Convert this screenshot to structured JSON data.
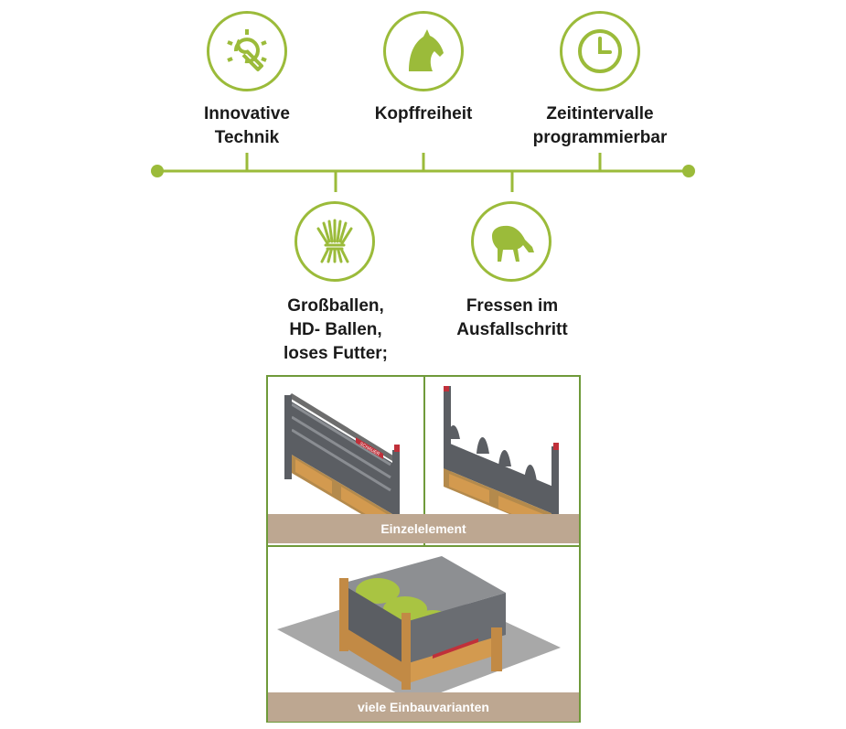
{
  "colors": {
    "accent": "#9bbb3a",
    "panel_border": "#6f9a3a",
    "caption_band": "#bda791"
  },
  "timeline": {
    "top_features": [
      {
        "icon": "wrench-gear-icon",
        "label_lines": [
          "Innovative",
          "Technik"
        ]
      },
      {
        "icon": "horse-head-icon",
        "label_lines": [
          "Kopffreiheit"
        ]
      },
      {
        "icon": "clock-icon",
        "label_lines": [
          "Zeitintervalle",
          "programmierbar"
        ]
      }
    ],
    "bottom_features": [
      {
        "icon": "hay-bundle-icon",
        "label_lines": [
          "Großballen,",
          "HD- Ballen,",
          "loses Futter;"
        ]
      },
      {
        "icon": "grazing-horse-icon",
        "label_lines": [
          "Fressen im",
          "Ausfallschritt"
        ]
      }
    ]
  },
  "gallery": {
    "single_element_caption": "Einzelelement",
    "variants_caption": "viele Einbauvarianten",
    "brand_plate": "SCHAUER"
  }
}
